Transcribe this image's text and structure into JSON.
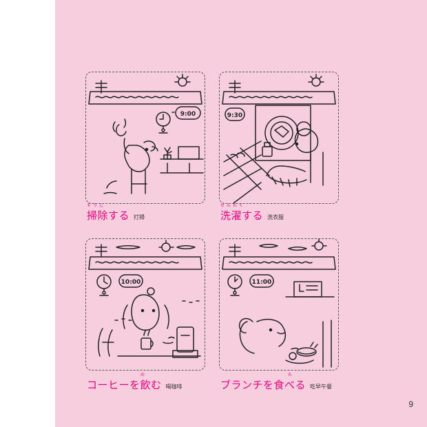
{
  "page_number": "9",
  "panels": [
    {
      "clock_time": "9:00",
      "word": "掃除する",
      "furigana": "そうじ",
      "translation": "打掃"
    },
    {
      "clock_time": "9:30",
      "word": "洗濯する",
      "furigana": "せんたく",
      "translation": "洗衣服"
    },
    {
      "clock_time": "10:00",
      "word": "コーヒーを飲む",
      "furigana": "の",
      "translation": "喝咖啡"
    },
    {
      "clock_time": "11:00",
      "word": "ブランチを食べる",
      "furigana": "た",
      "translation": "吃早午餐"
    }
  ]
}
